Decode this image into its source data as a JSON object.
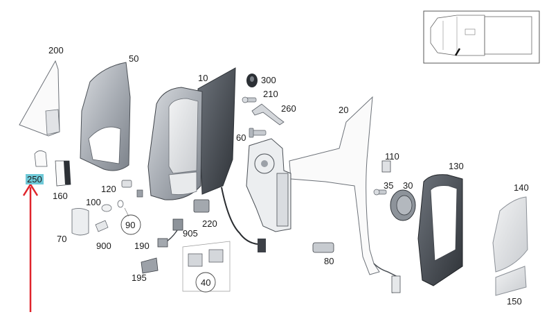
{
  "diagram": {
    "part_numbers": {
      "p200": "200",
      "p50": "50",
      "p10": "10",
      "p300": "300",
      "p210": "210",
      "p260": "260",
      "p20": "20",
      "p60": "60",
      "p110": "110",
      "p130": "130",
      "p35": "35",
      "p30": "30",
      "p140": "140",
      "p250": "250",
      "p160": "160",
      "p120": "120",
      "p100": "100",
      "p90": "90",
      "p220": "220",
      "p905": "905",
      "p70": "70",
      "p900": "900",
      "p190": "190",
      "p80": "80",
      "p195": "195",
      "p40": "40",
      "p150": "150"
    },
    "highlighted_part": "250",
    "colors": {
      "highlight": "#6fc9d8",
      "arrow": "#e0242b",
      "part_fill": "#b7bcc3",
      "part_stroke": "#4a4f55"
    }
  }
}
